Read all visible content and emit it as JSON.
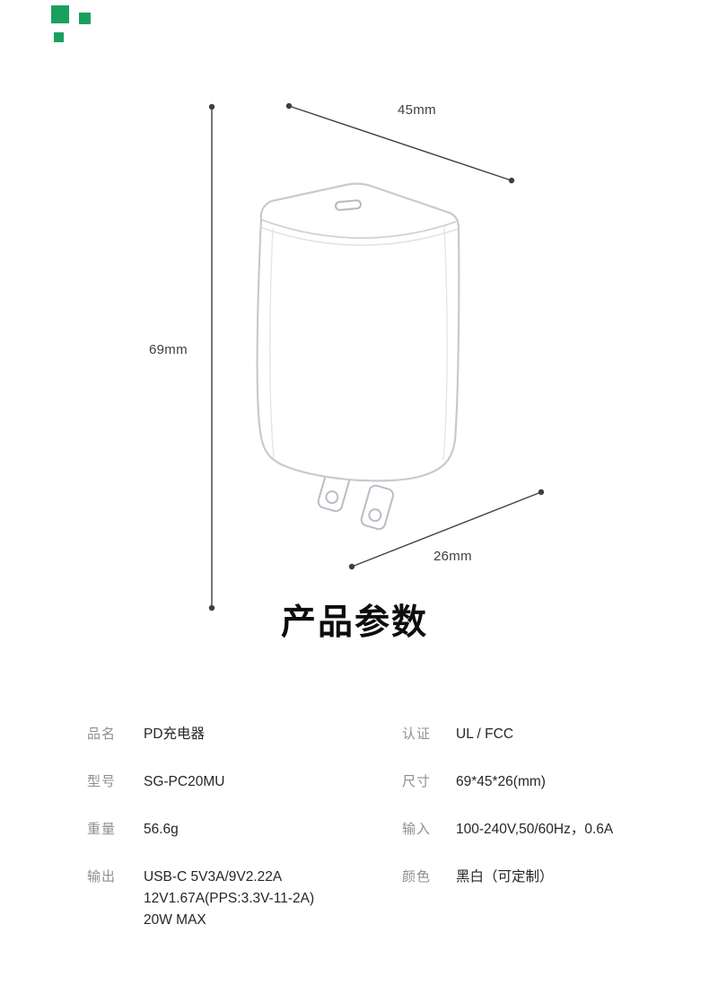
{
  "decor": {
    "color": "#1aa05c"
  },
  "illustration": {
    "width_label": "45mm",
    "height_label": "69mm",
    "depth_label": "26mm"
  },
  "title": "产品参数",
  "specs": {
    "left": [
      {
        "label": "品名",
        "value": "PD充电器"
      },
      {
        "label": "型号",
        "value": "SG-PC20MU"
      },
      {
        "label": "重量",
        "value": "56.6g"
      },
      {
        "label": "输出",
        "value": "USB-C 5V3A/9V2.22A\n12V1.67A(PPS:3.3V-11-2A)\n20W MAX"
      }
    ],
    "right": [
      {
        "label": "认证",
        "value": "UL / FCC"
      },
      {
        "label": "尺寸",
        "value": "69*45*26(mm)"
      },
      {
        "label": "输入",
        "value": "100-240V,50/60Hz，0.6A"
      },
      {
        "label": "颜色",
        "value": "黑白（可定制）"
      }
    ]
  }
}
